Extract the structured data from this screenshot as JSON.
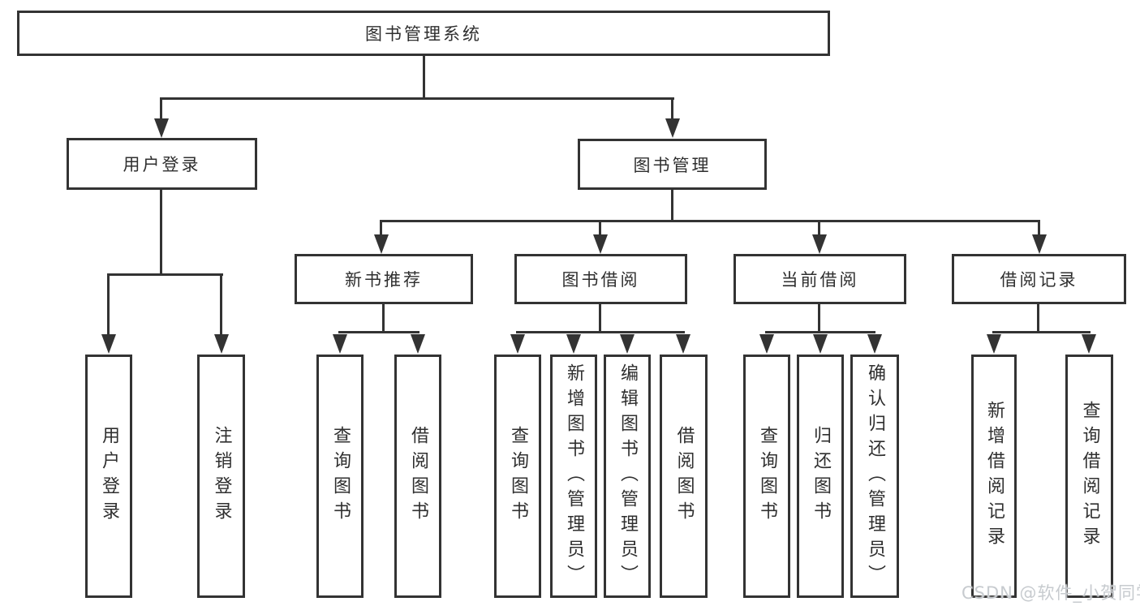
{
  "diagram": {
    "type": "tree",
    "title": "图书管理系统",
    "watermark": "CSDN @软件_小贺同学",
    "colors": {
      "line": "#333333",
      "node_border": "#333333",
      "node_background": "#ffffff",
      "text": "#2f2f2f",
      "page_background": "#ffffff",
      "watermark": "#c7cbcf"
    },
    "nodes": {
      "root": "图书管理系统",
      "user_login": "用户登录",
      "book_mgmt": "图书管理",
      "new_book_rec": "新书推荐",
      "book_borrow": "图书借阅",
      "current_borrow": "当前借阅",
      "borrow_record": "借阅记录",
      "ul_user_login": "用户登录",
      "ul_logout": "注销登录",
      "nb_query_book": "查询图书",
      "nb_borrow_book": "借阅图书",
      "bb_query_book": "查询图书",
      "bb_add_book": "新增图书（管理员）",
      "bb_edit_book": "编辑图书（管理员）",
      "bb_borrow_book": "借阅图书",
      "cb_query_book": "查询图书",
      "cb_return_book": "归还图书",
      "cb_confirm_return": "确认归还（管理员）",
      "br_add_record": "新增借阅记录",
      "br_query_record": "查询借阅记录"
    },
    "hierarchy": {
      "图书管理系统": {
        "用户登录": [
          "用户登录",
          "注销登录"
        ],
        "图书管理": {
          "新书推荐": [
            "查询图书",
            "借阅图书"
          ],
          "图书借阅": [
            "查询图书",
            "新增图书（管理员）",
            "编辑图书（管理员）",
            "借阅图书"
          ],
          "当前借阅": [
            "查询图书",
            "归还图书",
            "确认归还（管理员）"
          ],
          "借阅记录": [
            "新增借阅记录",
            "查询借阅记录"
          ]
        }
      }
    }
  }
}
